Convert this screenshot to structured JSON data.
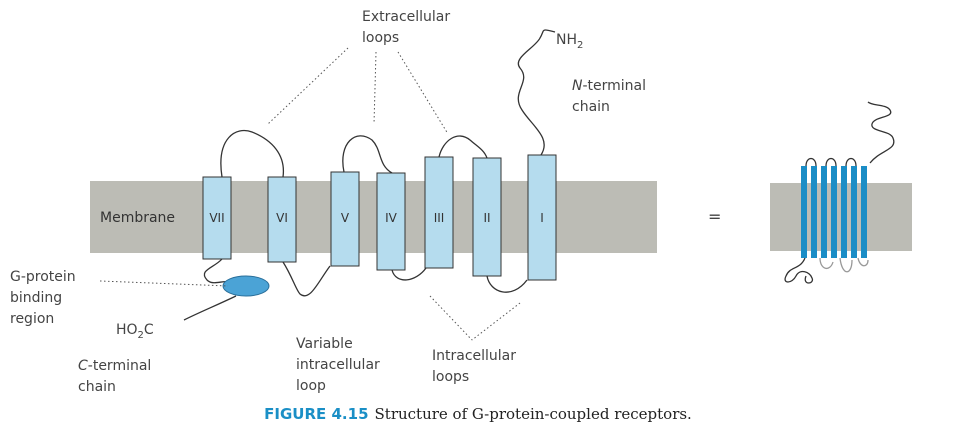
{
  "colors": {
    "membrane": "#bcbcb5",
    "helix_fill": "#b5dcee",
    "helix_stroke": "#333333",
    "small_helix": "#1b8dc6",
    "binding_region": "#4ba3d6",
    "caption_accent": "#1a8fc6"
  },
  "labels": {
    "extracellular_line1": "Extracellular",
    "extracellular_line2": "loops",
    "nh2": "NH",
    "nh2_sub": "2",
    "n_terminal_line1": "N",
    "n_terminal_line1_rest": "-terminal",
    "n_terminal_line2": "chain",
    "membrane": "Membrane",
    "gprotein_line1": "G-protein",
    "gprotein_line2": "binding",
    "gprotein_line3": "region",
    "ho2c_prefix": "HO",
    "ho2c_sub": "2",
    "ho2c_suffix": "C",
    "c_terminal_line1": "C",
    "c_terminal_line1_rest": "-terminal",
    "c_terminal_line2": "chain",
    "variable_line1": "Variable",
    "variable_line2": "intracellular",
    "variable_line3": "loop",
    "intracellular_line1": "Intracellular",
    "intracellular_line2": "loops",
    "equals": "="
  },
  "helices": [
    "VII",
    "VI",
    "V",
    "IV",
    "III",
    "II",
    "I"
  ],
  "caption": {
    "figure": "FIGURE 4.15",
    "text": "Structure of G-protein-coupled receptors."
  }
}
